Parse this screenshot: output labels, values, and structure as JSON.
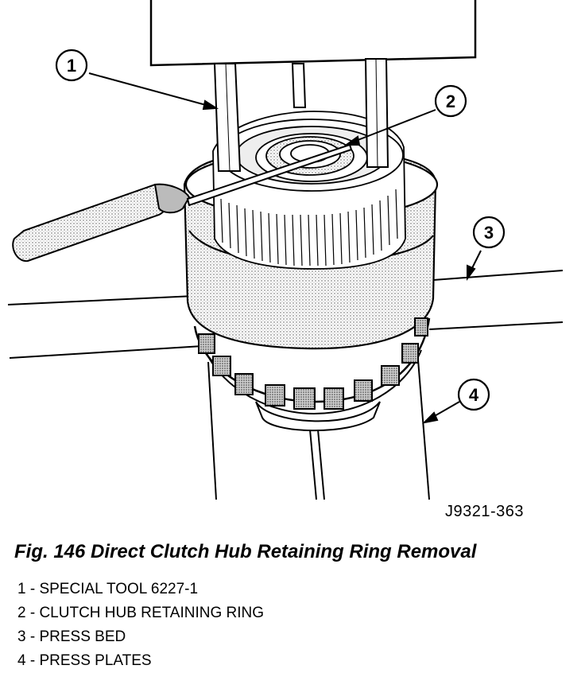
{
  "figure_id": "J9321-363",
  "caption": "Fig. 146 Direct Clutch Hub Retaining Ring Removal",
  "callouts": [
    "1",
    "2",
    "3",
    "4"
  ],
  "legend": [
    "1 - SPECIAL TOOL 6227-1",
    "2 - CLUTCH HUB RETAINING RING",
    "3 - PRESS BED",
    "4 - PRESS PLATES"
  ],
  "colors": {
    "ink": "#000000",
    "paper": "#ffffff",
    "shade": "#9a9a9a"
  }
}
